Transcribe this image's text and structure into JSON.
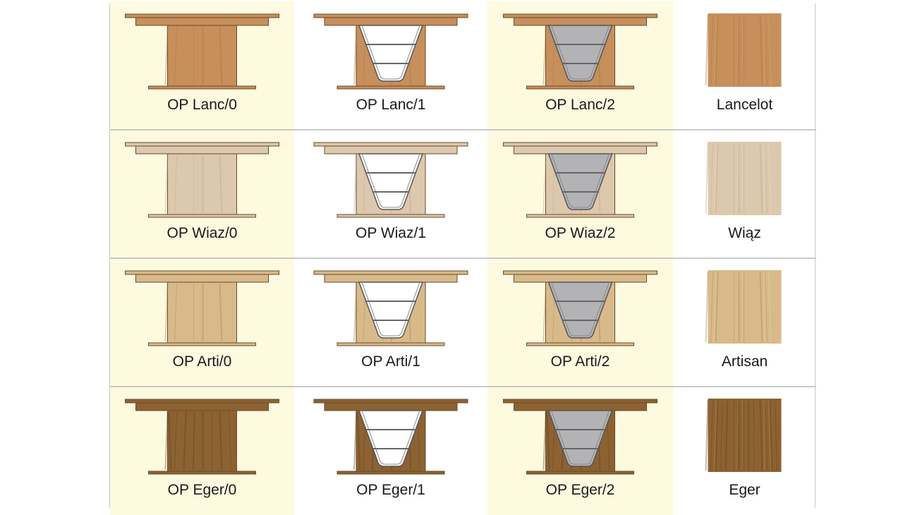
{
  "rows": [
    {
      "finish": "Lancelot",
      "colors": {
        "base": "#c68f5c",
        "dark": "#a8703f",
        "light": "#d8a878"
      },
      "models": [
        "OP Lanc/0",
        "OP Lanc/1",
        "OP Lanc/2"
      ]
    },
    {
      "finish": "Wiąz",
      "colors": {
        "base": "#dcc8ad",
        "dark": "#bba58a",
        "light": "#e9dcc8"
      },
      "models": [
        "OP Wiaz/0",
        "OP Wiaz/1",
        "OP Wiaz/2"
      ]
    },
    {
      "finish": "Artisan",
      "colors": {
        "base": "#d8ba8a",
        "dark": "#a77c4a",
        "light": "#e6cfa4"
      },
      "models": [
        "OP Arti/0",
        "OP Arti/1",
        "OP Arti/2"
      ]
    },
    {
      "finish": "Eger",
      "colors": {
        "base": "#8c6232",
        "dark": "#5a3b1c",
        "light": "#b38a52"
      },
      "models": [
        "OP Eger/0",
        "OP Eger/1",
        "OP Eger/2"
      ]
    }
  ],
  "column_styles": [
    "yellow",
    "white",
    "yellow",
    "white"
  ],
  "insert_colors": {
    "none": "",
    "white": "#ffffff",
    "grey": "#b3b3b6"
  }
}
